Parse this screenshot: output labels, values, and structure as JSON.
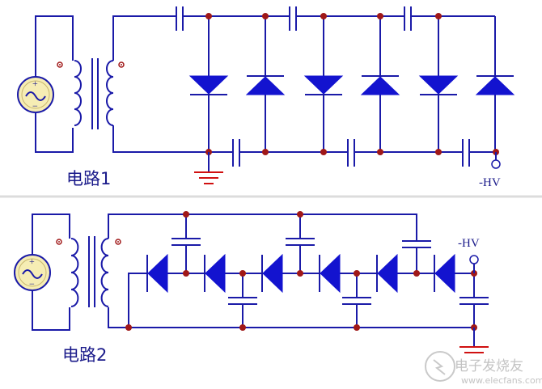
{
  "circuit1": {
    "label": "电路1",
    "output_label": "-HV"
  },
  "circuit2": {
    "label": "电路2",
    "output_label": "-HV"
  },
  "source_marks": {
    "plus": "+",
    "minus": "−"
  },
  "watermark": {
    "text": "电子发烧友",
    "url": "www.elecfans.com"
  },
  "colors": {
    "wire": "#1a1aa8",
    "diode": "#1313cf",
    "node": "#a01818",
    "ground": "#d01010",
    "source_fill": "#f6edb4"
  }
}
